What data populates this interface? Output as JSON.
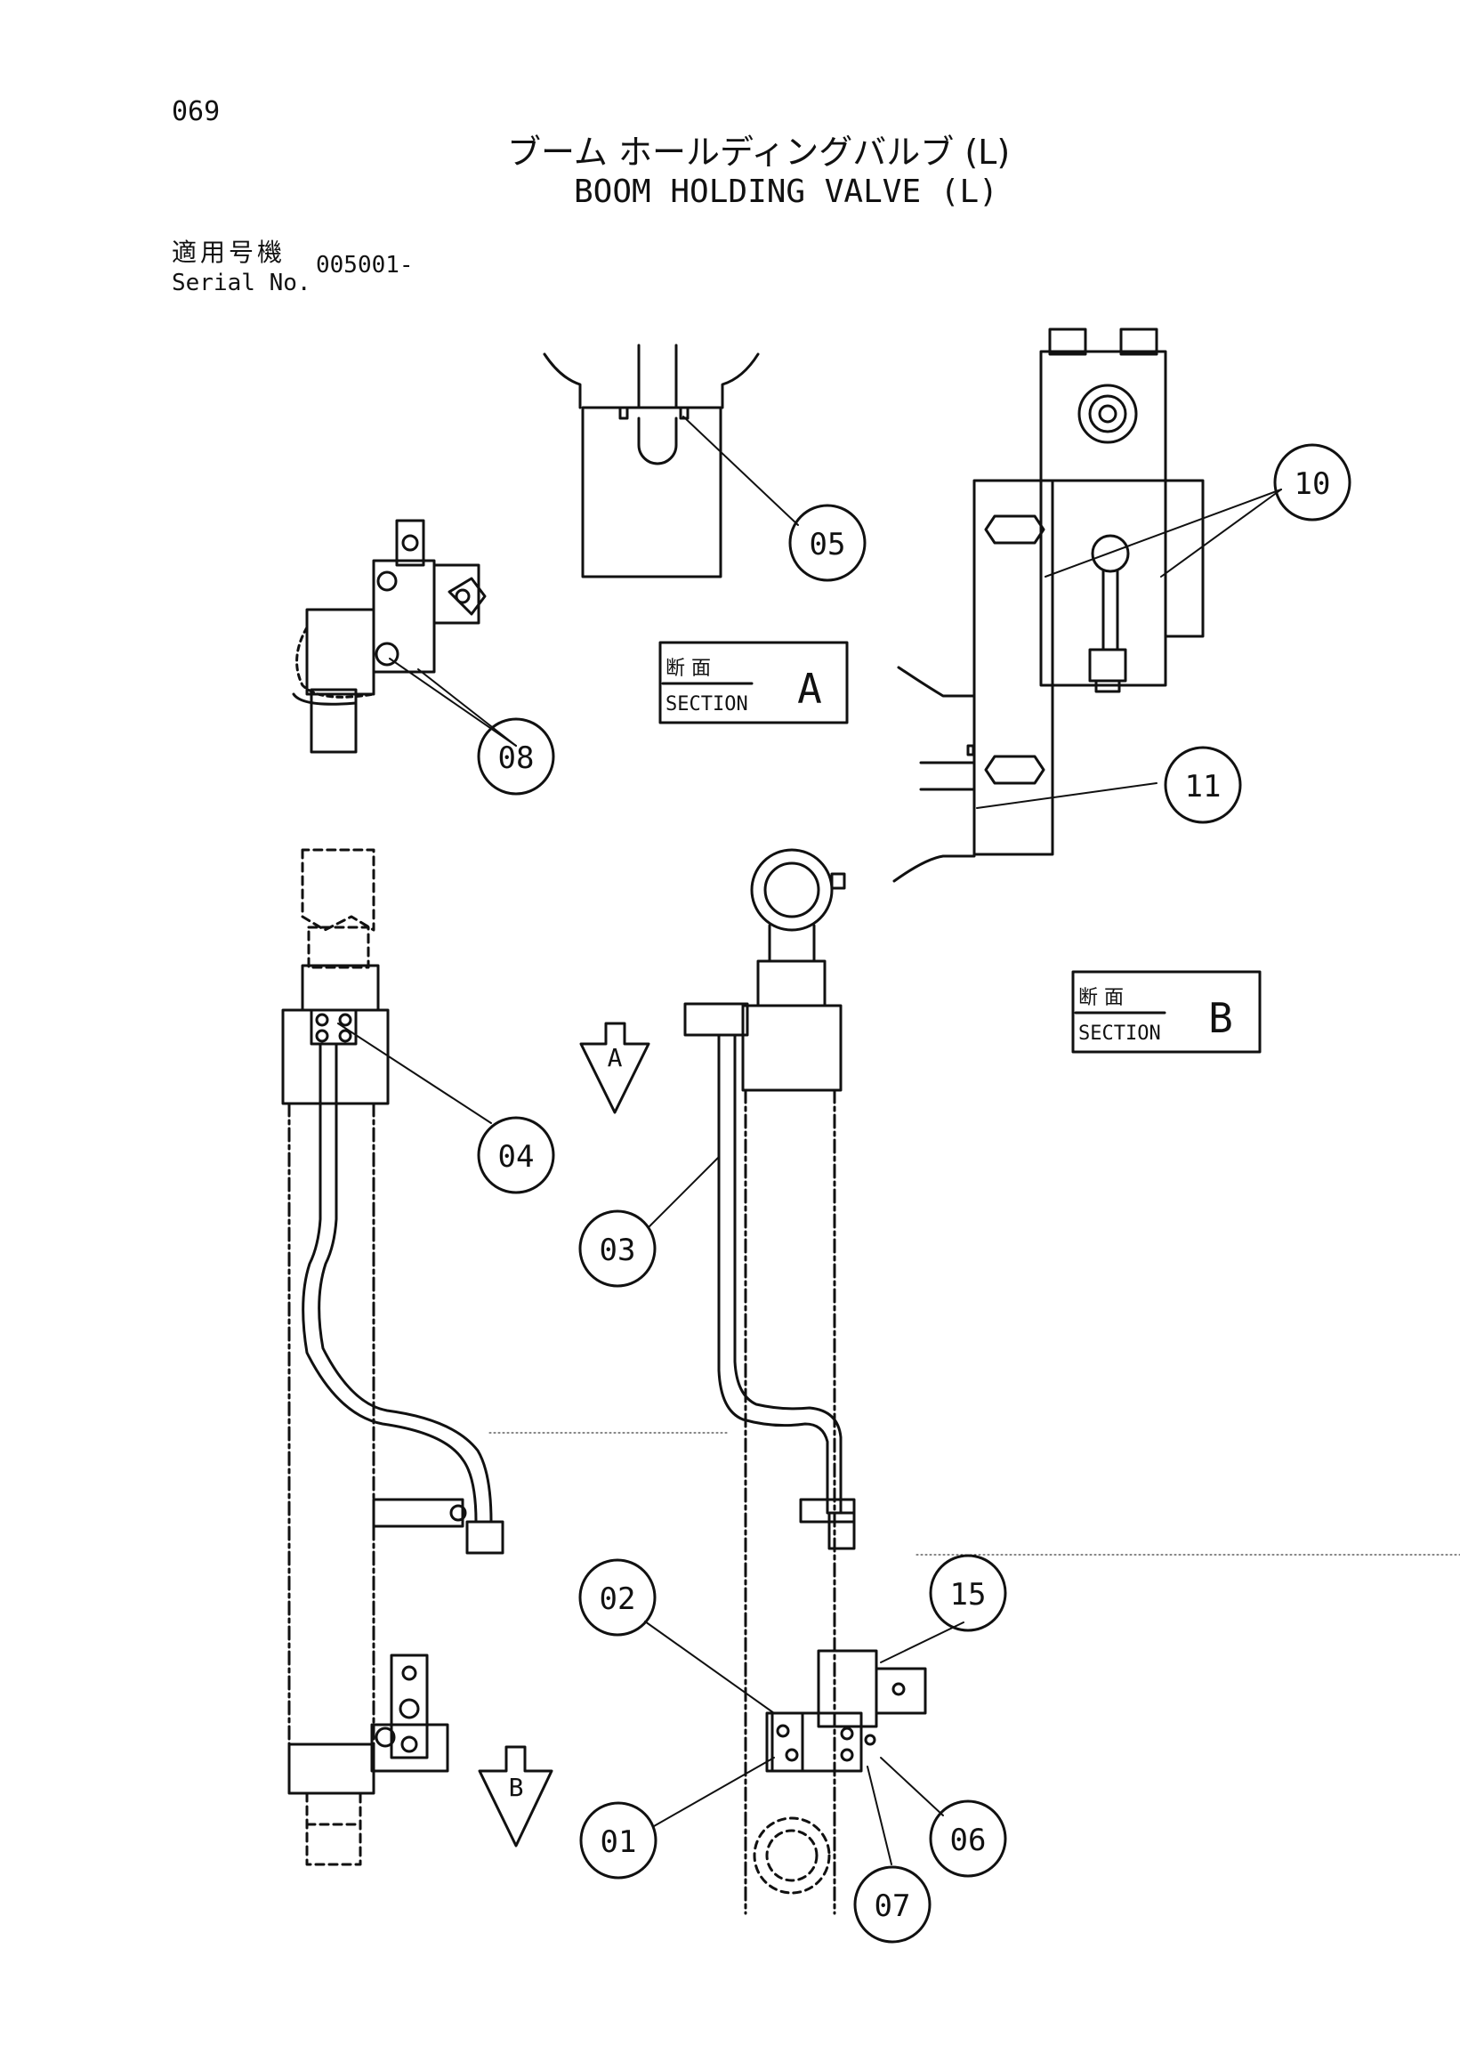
{
  "page_number": "069",
  "title_jp": "ブーム ホールディングバルブ (L)",
  "title_en": "BOOM HOLDING VALVE (L)",
  "serial": {
    "label_jp": "適用号機",
    "label_en": "Serial No.",
    "value": "005001-"
  },
  "sections": [
    {
      "label_jp": "断 面",
      "label_en": "SECTION",
      "letter": "A"
    },
    {
      "label_jp": "断 面",
      "label_en": "SECTION",
      "letter": "B"
    }
  ],
  "view_arrows": [
    "A",
    "B"
  ],
  "callouts": [
    "01",
    "02",
    "03",
    "04",
    "05",
    "06",
    "07",
    "08",
    "10",
    "11",
    "15"
  ],
  "colors": {
    "ink": "#111111",
    "background": "#ffffff"
  }
}
